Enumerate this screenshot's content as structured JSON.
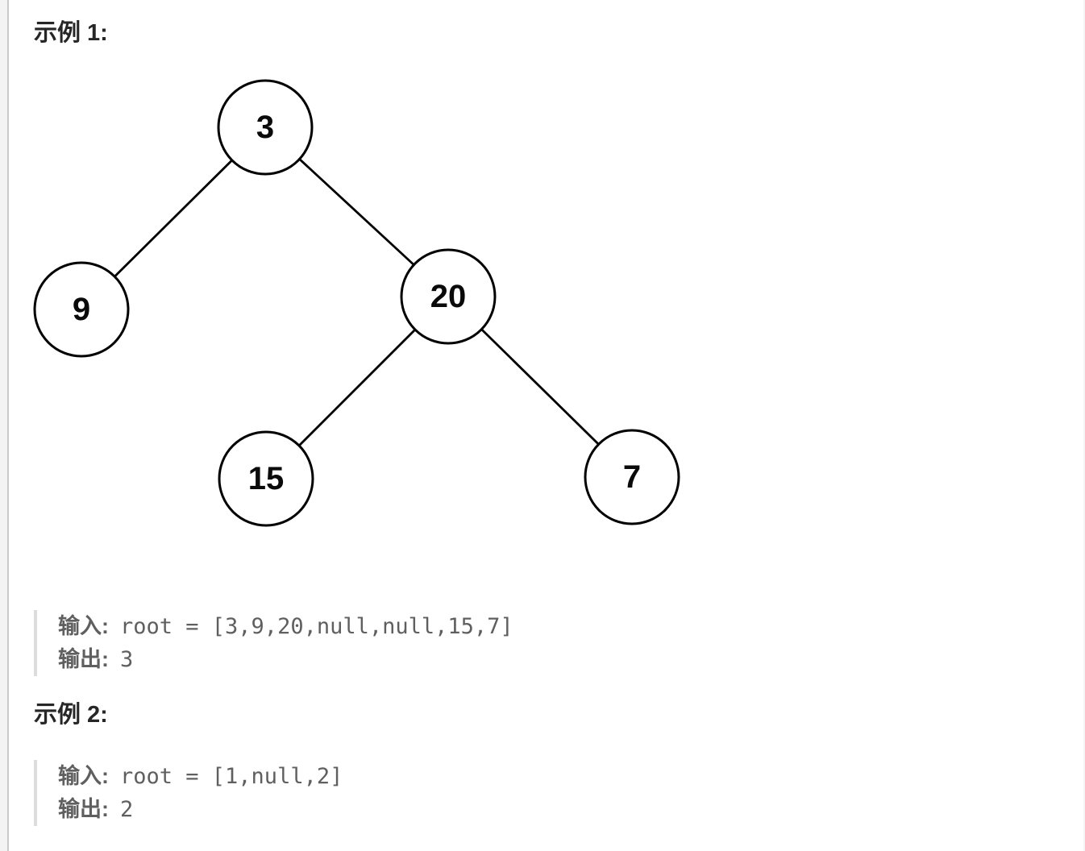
{
  "panel": {
    "kind": "problem-description",
    "background": "#ffffff"
  },
  "example1": {
    "heading": "示例 1:",
    "code": {
      "input_label": "输入:",
      "input_value": "root = [3,9,20,null,null,15,7]",
      "output_label": "输出:",
      "output_value": "3"
    }
  },
  "example2": {
    "heading": "示例 2:",
    "code": {
      "input_label": "输入:",
      "input_value": "root = [1,null,2]",
      "output_label": "输出:",
      "output_value": "2"
    }
  },
  "tree": {
    "type": "binary-tree",
    "nodes": [
      {
        "id": "n3",
        "value": "3"
      },
      {
        "id": "n9",
        "value": "9"
      },
      {
        "id": "n20",
        "value": "20"
      },
      {
        "id": "n15",
        "value": "15"
      },
      {
        "id": "n7",
        "value": "7"
      }
    ],
    "edges": [
      {
        "from": "3",
        "to": "9"
      },
      {
        "from": "3",
        "to": "20"
      },
      {
        "from": "20",
        "to": "15"
      },
      {
        "from": "20",
        "to": "7"
      }
    ]
  },
  "colors": {
    "node_stroke": "#000000",
    "node_fill": "#ffffff",
    "node_text": "#0a0a0a",
    "edge": "#000000",
    "heading_text": "#262626",
    "code_text": "#5f5f5f",
    "code_border": "#dcdcdc",
    "gutter_bg": "#f3f3f3",
    "divider": "#c9c9c9"
  }
}
